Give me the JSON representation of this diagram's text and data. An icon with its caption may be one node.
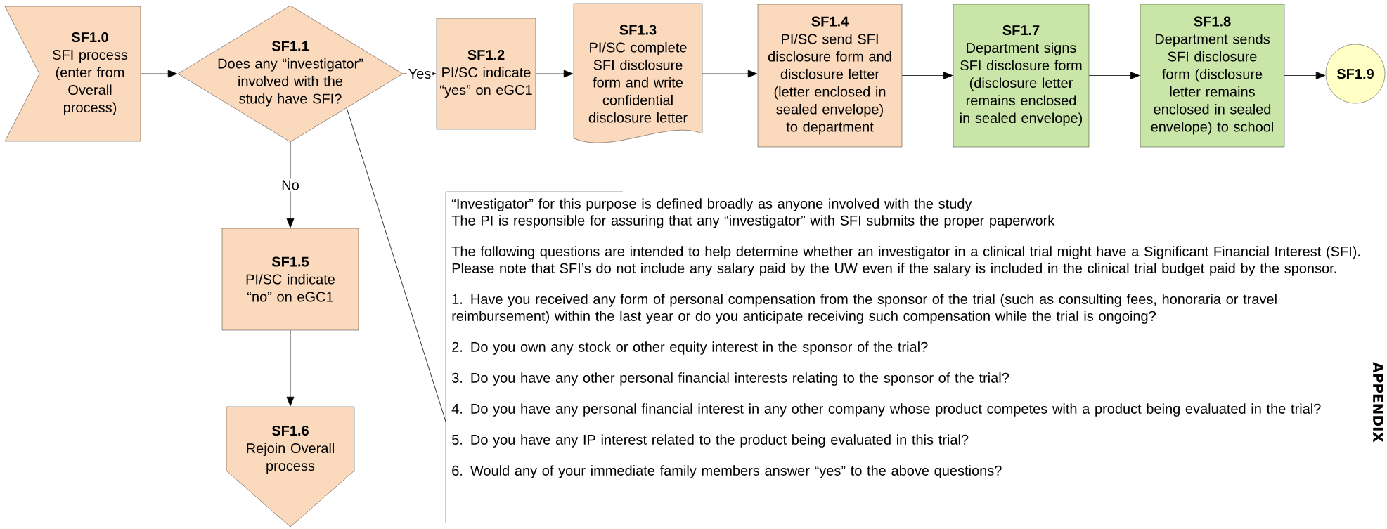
{
  "diagram": {
    "nodes": [
      {
        "text": [
          "SF1.0",
          "SFI process (enter from Overall process)"
        ]
      },
      {
        "text": [
          "SF1.1",
          "Does any “investigator” involved with the study have SFI?"
        ]
      },
      {
        "text": [
          "SF1.2",
          "PI/SC indicate “yes” on eGC1"
        ]
      },
      {
        "text": [
          "SF1.3",
          "PI/SC complete SFI disclosure form and write confidential disclosure letter"
        ]
      },
      {
        "text": [
          "SF1.4",
          "PI/SC send SFI disclosure form and disclosure letter (letter enclosed in sealed envelope) to department"
        ]
      },
      {
        "text": [
          "SF1.7",
          "Department signs SFI disclosure form (disclosure letter remains enclosed in sealed envelope)"
        ]
      },
      {
        "text": [
          "SF1.8",
          "Department sends SFI disclosure form (disclosure letter remains enclosed in sealed envelope) to school"
        ]
      },
      {
        "text": [
          "SF1.9"
        ]
      },
      {
        "text": [
          "SF1.5",
          "PI/SC indicate “no” on eGC1"
        ]
      },
      {
        "text": [
          "SF1.6",
          "Rejoin Overall process"
        ]
      },
      {
        "text": [
          "“Investigator” for this purpose is defined broadly as anyone involved with the study",
          "The PI is responsible for assuring that any “investigator” with SFI submits the proper paperwork",
          "The following questions are intended to help determine whether an investigator in a clinical trial might have a Significant Financial Interest (SFI).  Please note that SFI’s do not include any salary paid by the UW even if the salary is included in the clinical trial budget paid by the sponsor.",
          "1.  Have you received any form of personal compensation from the sponsor of the trial (such as consulting fees, honoraria or travel reimbursement) within the last year or do you anticipate receiving such compensation while the trial is ongoing?",
          "2.  Do you own any stock or other equity interest in the sponsor of the trial?",
          "3.  Do you have any other personal financial interests relating to the sponsor of the trial?",
          "4.  Do you have any personal financial interest in any other company whose product competes with a product being evaluated in the trial?",
          "5.  Do you have any IP interest related to the product being evaluated in this trial?",
          "6.  Would any of your immediate family members answer “yes” to the above questions?"
        ]
      }
    ],
    "edges": [
      {
        "from": 0,
        "to": 1,
        "arrow": "to"
      },
      {
        "from": 1,
        "to": 2,
        "arrow": "to",
        "label": "Yes"
      },
      {
        "from": 2,
        "to": 3,
        "arrow": "to"
      },
      {
        "from": 3,
        "to": 4,
        "arrow": "to"
      },
      {
        "from": 4,
        "to": 5,
        "arrow": "to"
      },
      {
        "from": 5,
        "to": 6,
        "arrow": "to"
      },
      {
        "from": 6,
        "to": 7,
        "arrow": "to"
      },
      {
        "from": 1,
        "to": 8,
        "arrow": "to",
        "label": "No"
      },
      {
        "from": 8,
        "to": 9,
        "arrow": "to"
      },
      {
        "from": 10,
        "to": 1,
        "arrow": "none"
      }
    ],
    "labels": [
      "APPENDIX"
    ]
  }
}
